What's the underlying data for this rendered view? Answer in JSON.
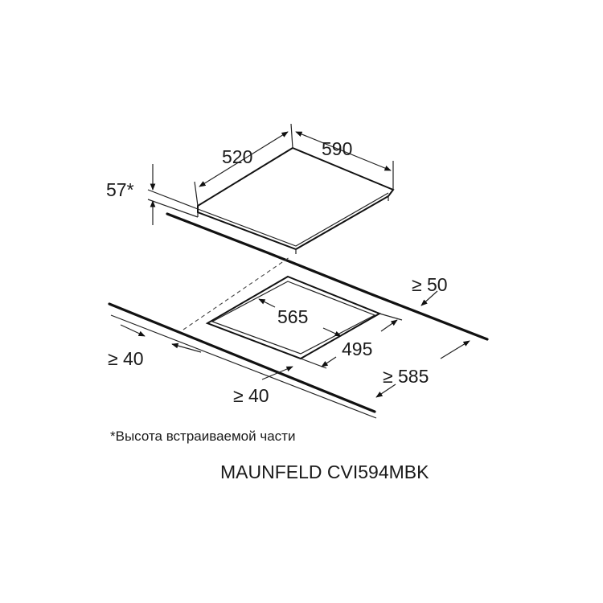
{
  "dimensions": {
    "hob_depth": "520",
    "hob_width": "590",
    "hob_height": "57*",
    "min_rear_clearance": "≥ 50",
    "cutout_width": "565",
    "cutout_depth": "495",
    "min_side_clearance": "≥ 40",
    "min_worktop_depth": "≥ 585",
    "min_front_clearance": "≥ 40"
  },
  "footnote": "*Высота встраиваемой части",
  "model": "MAUNFELD CVI594MBK"
}
